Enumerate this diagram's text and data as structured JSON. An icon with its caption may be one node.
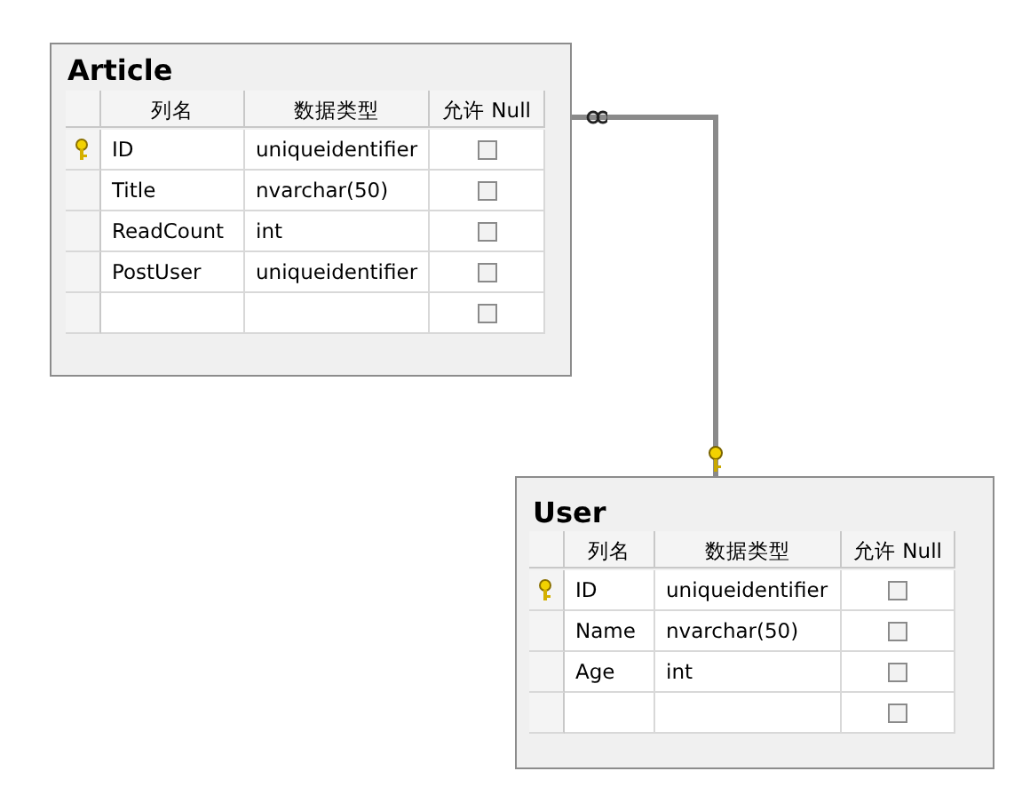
{
  "diagram": {
    "nodes": [
      {
        "text": [
          "Article",
          "列名",
          "数据类型",
          "允许 Null",
          "ID",
          "uniqueidentifier",
          "Title",
          "nvarchar(50)",
          "ReadCount",
          "int",
          "PostUser",
          "uniqueidentifier"
        ]
      },
      {
        "text": [
          "User",
          "列名",
          "数据类型",
          "允许 Null",
          "ID",
          "uniqueidentifier",
          "Name",
          "nvarchar(50)",
          "Age",
          "int"
        ]
      }
    ],
    "edges": [
      {
        "from": 0,
        "to": 1,
        "arrow": "other"
      }
    ]
  }
}
